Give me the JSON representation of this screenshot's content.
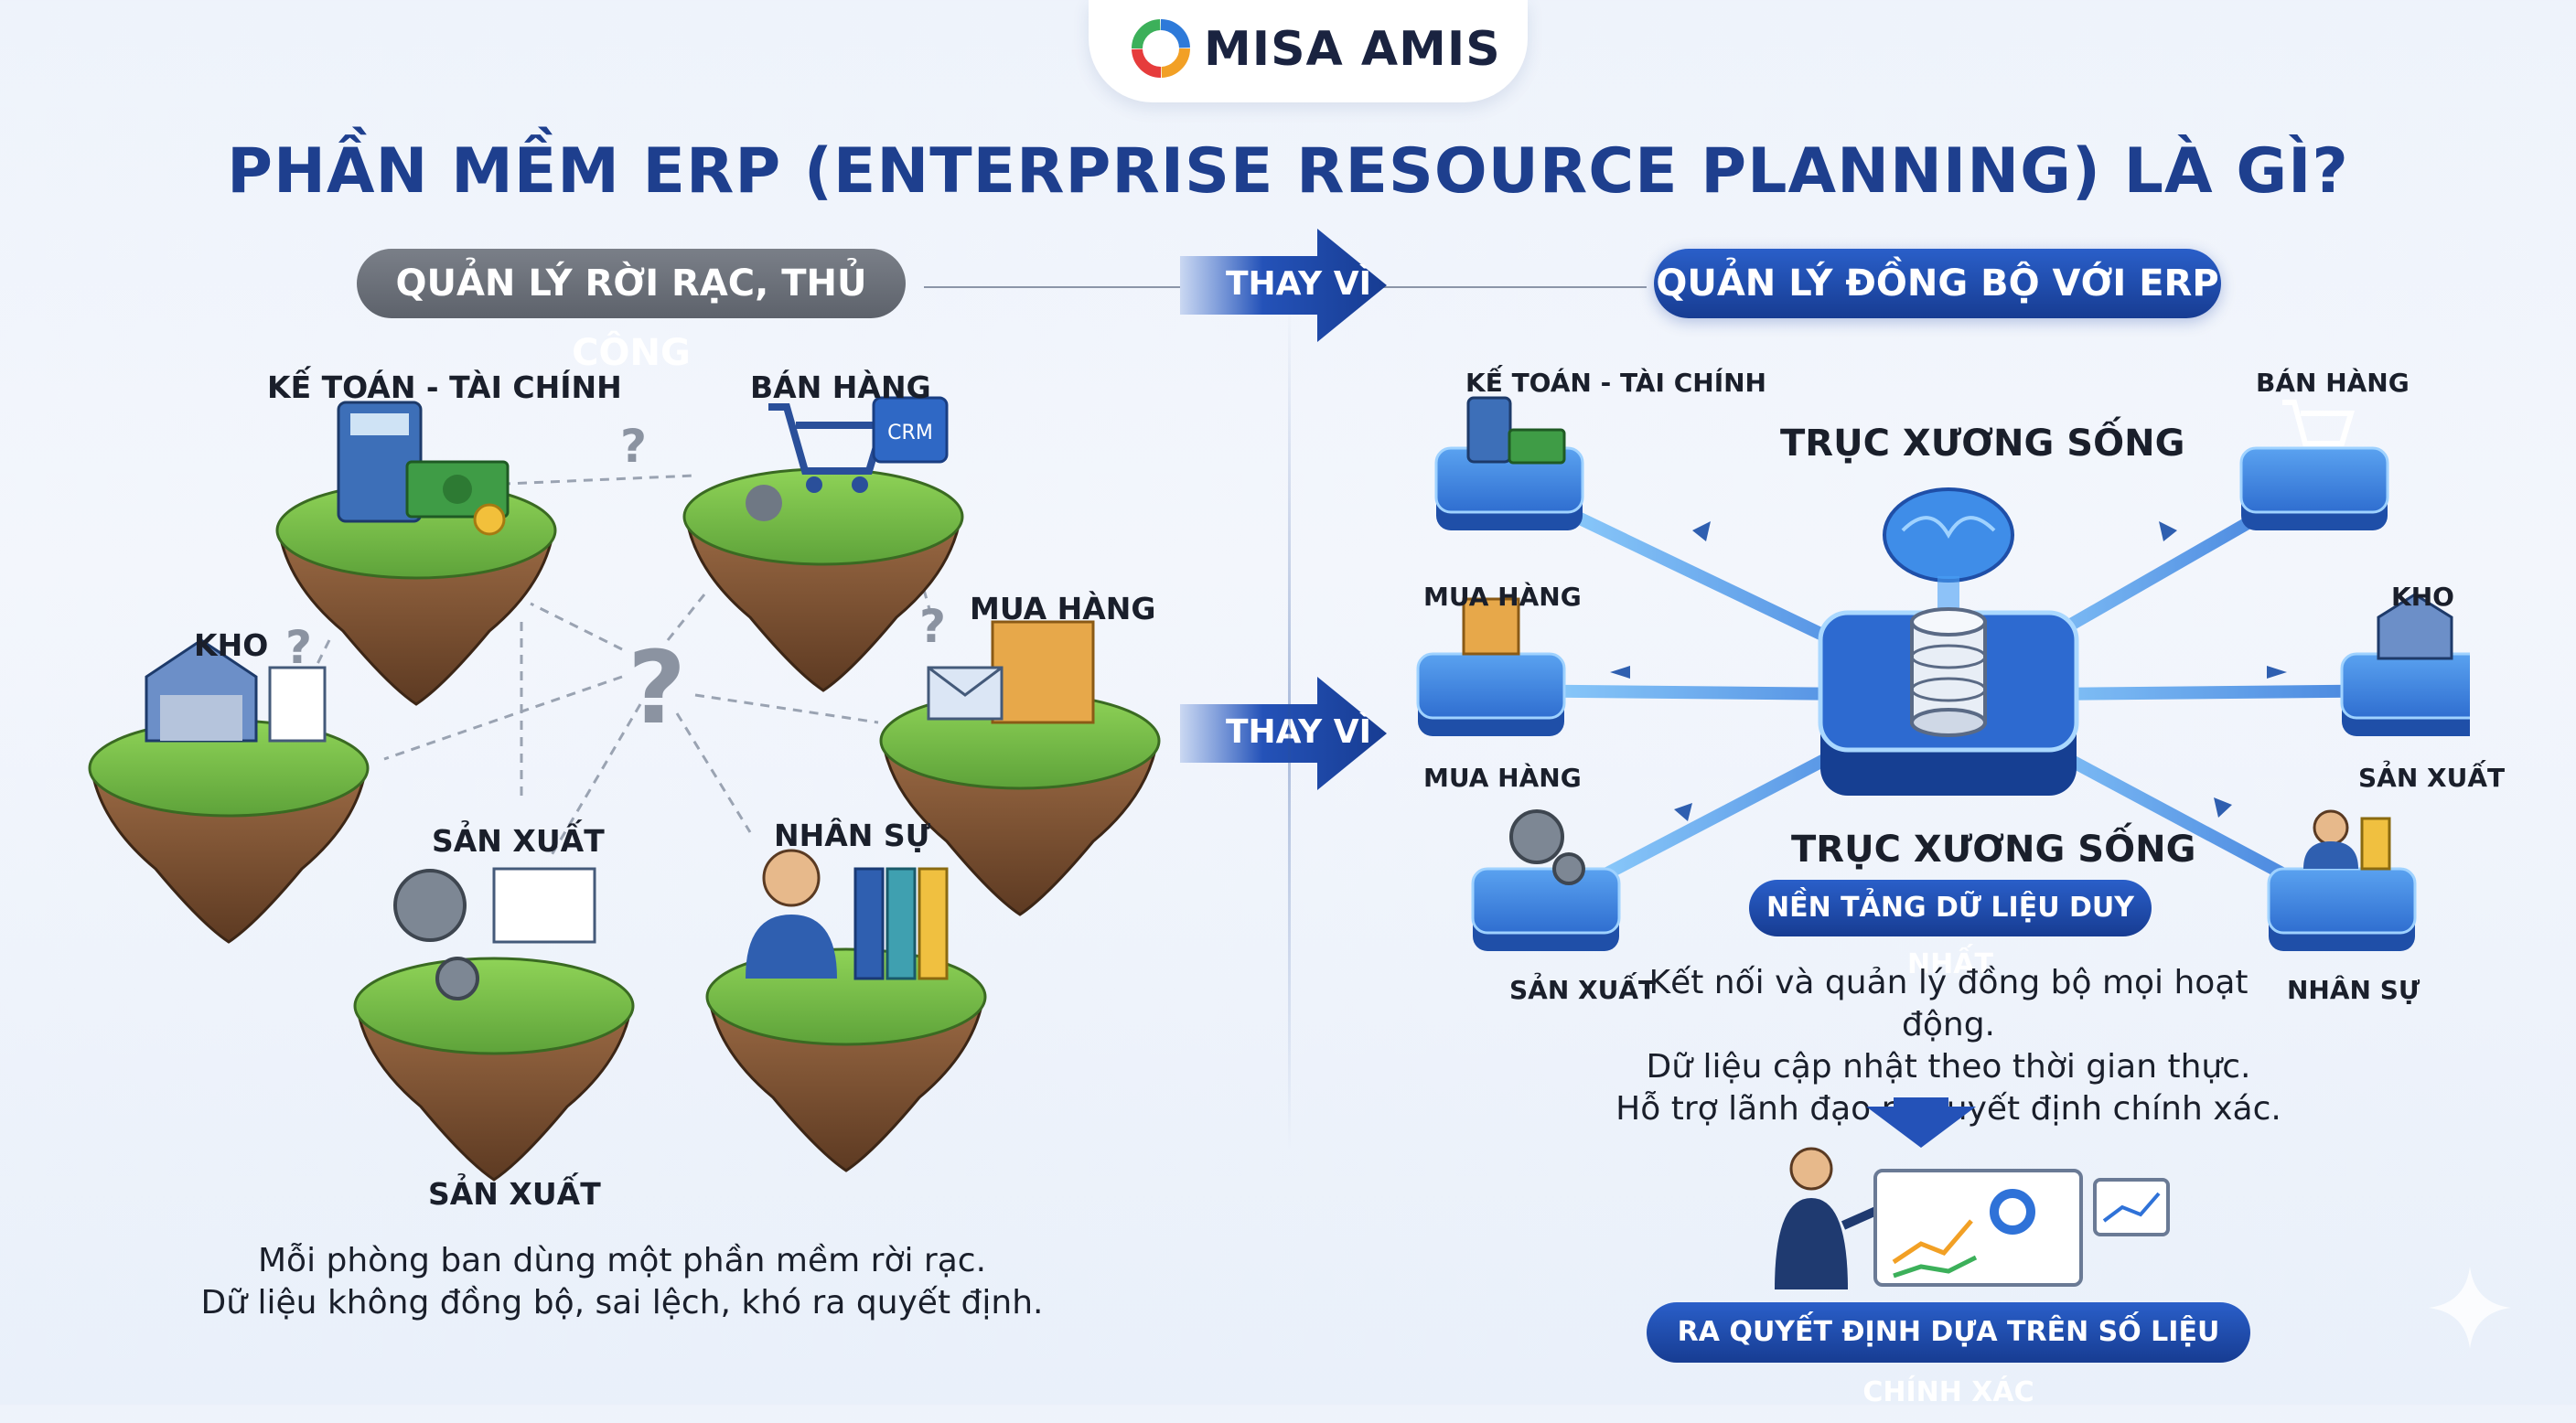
{
  "brand": {
    "name": "MISA AMIS"
  },
  "title": "PHẦN MỀM ERP (ENTERPRISE RESOURCE PLANNING) LÀ GÌ?",
  "left": {
    "header": "QUẢN LÝ RỜI RẠC, THỦ CÔNG",
    "islands": {
      "accounting": "KẾ TOÁN - TÀI CHÍNH",
      "sales": "BÁN HÀNG",
      "purchasing": "MUA HÀNG",
      "warehouse": "KHO",
      "production_top": "SẢN XUẤT",
      "production_bottom": "SẢN XUẤT",
      "hr": "NHÂN SỰ"
    },
    "crm_label": "CRM",
    "question_mark": "?",
    "caption_line1": "Mỗi phòng ban dùng một phần mềm rời rạc.",
    "caption_line2": "Dữ liệu không đồng bộ, sai lệch, khó ra quyết định."
  },
  "middle": {
    "arrow_top": "THAY VÌ",
    "arrow_mid": "THAY VÌ"
  },
  "right": {
    "header": "QUẢN LÝ ĐỒNG BỘ VỚI ERP",
    "backbone_top": "TRỤC XƯƠNG SỐNG",
    "backbone_bottom": "TRỤC XƯƠNG SỐNG",
    "platform": "NỀN TẢNG DỮ LIỆU DUY NHẤT",
    "nodes": {
      "accounting": "KẾ TOÁN - TÀI CHÍNH",
      "sales": "BÁN HÀNG",
      "purchasing_top": "MUA HÀNG",
      "purchasing_bottom": "MUA HÀNG",
      "warehouse": "KHO",
      "production_right": "SẢN XUẤT",
      "production_left": "SẢN XUẤT",
      "hr": "NHÂN SỰ"
    },
    "desc_line1": "Kết nối và quản lý đồng bộ mọi hoạt động.",
    "desc_line2": "Dữ liệu cập nhật theo thời gian thực.",
    "desc_line3": "Hỗ trợ lãnh đạo ra quyết định chính xác.",
    "decision": "RA QUYẾT ĐỊNH DỰA TRÊN SỐ LIỆU CHÍNH XÁC"
  },
  "colors": {
    "title_blue": "#1e3f8e",
    "grey_pill": "#6b7079",
    "blue_pill": "#1f4aa8",
    "grass": "#7cc04a",
    "soil": "#8a5a36",
    "node_blue": "#2f72d8"
  }
}
